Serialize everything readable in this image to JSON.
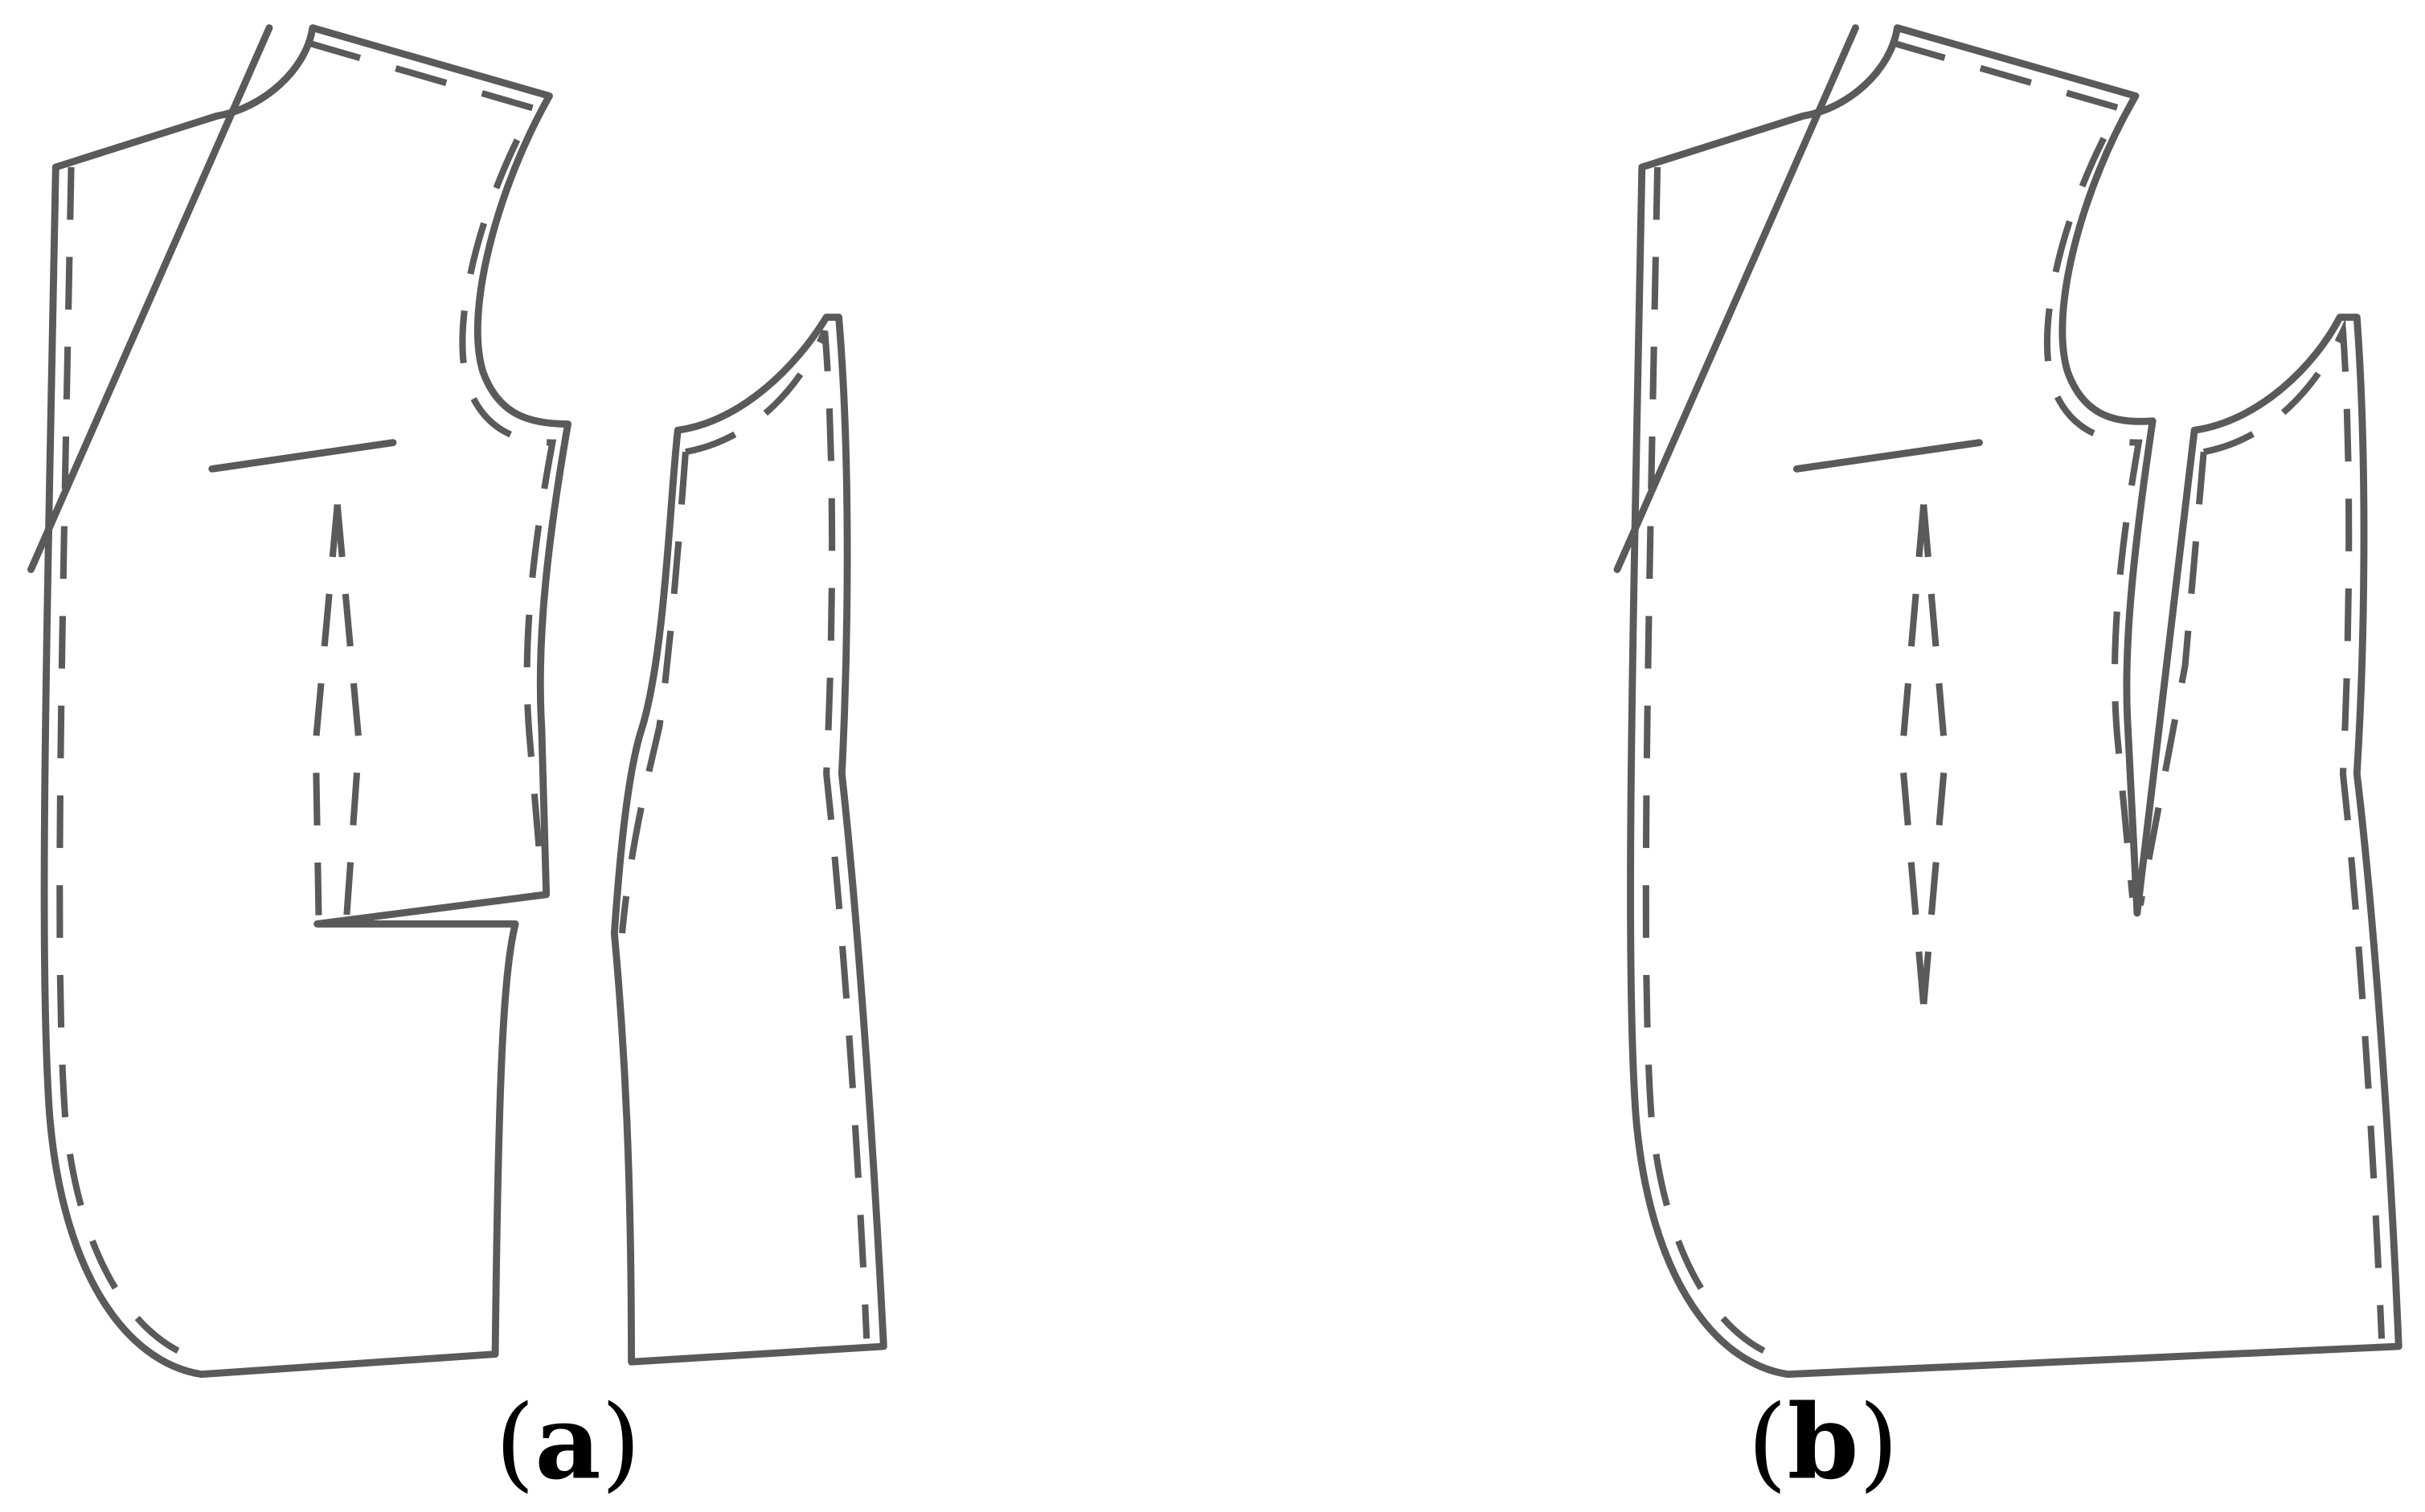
{
  "panels": [
    {
      "id": "a",
      "letter": "a"
    },
    {
      "id": "b",
      "letter": "b"
    }
  ],
  "caption_open": "(",
  "caption_close": ")",
  "line_color": "#5a5a5a"
}
